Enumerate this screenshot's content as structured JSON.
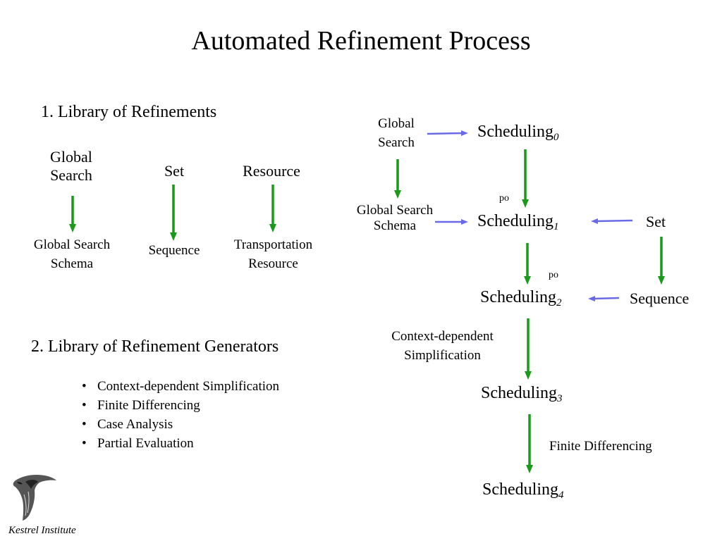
{
  "title": "Automated Refinement Process",
  "library": {
    "heading": "1. Library of Refinements",
    "columns": [
      {
        "top": "Global\nSearch",
        "bottom": "Global Search\nSchema"
      },
      {
        "top": "Set",
        "bottom": "Sequence"
      },
      {
        "top": "Resource",
        "bottom": "Transportation\nResource"
      }
    ]
  },
  "generators": {
    "heading": "2. Library of Refinement Generators",
    "items": [
      "Context-dependent Simplification",
      "Finite Differencing",
      "Case Analysis",
      "Partial Evaluation"
    ]
  },
  "flow": {
    "scheduling": "Scheduling",
    "subscripts": [
      "0",
      "1",
      "2",
      "3",
      "4"
    ],
    "global_search": "Global\nSearch",
    "global_search_schema": "Global Search\nSchema",
    "set": "Set",
    "sequence": "Sequence",
    "po": "po",
    "context_dependent": "Context-dependent\nSimplification",
    "finite_differencing": "Finite Differencing"
  },
  "footer": "Kestrel Institute",
  "colors": {
    "green_arrow": "#1a9a1a",
    "blue_arrow": "#6a6ae8"
  },
  "icons": [
    "kestrel-bird-logo"
  ]
}
